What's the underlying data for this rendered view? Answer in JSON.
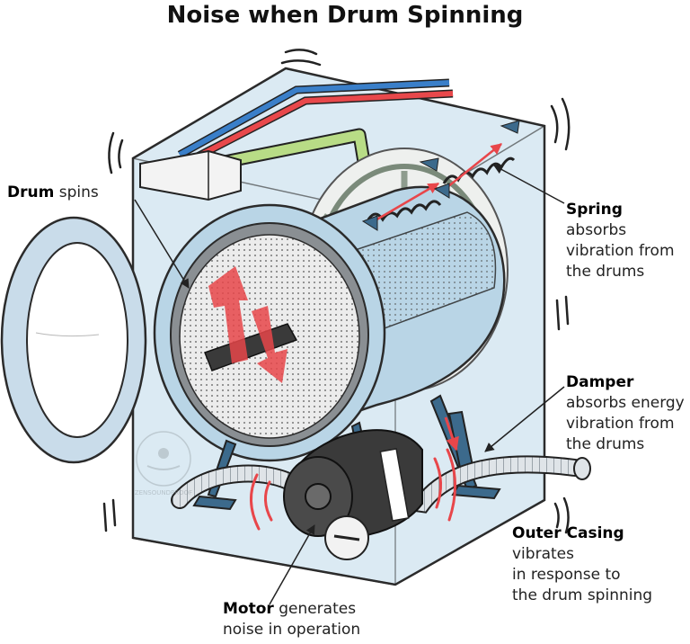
{
  "title": "Noise when Drum Spinning",
  "labels": {
    "drum": {
      "bold": "Drum",
      "text": " spins"
    },
    "spring": {
      "bold": "Spring",
      "lines": [
        "absorbs",
        "vibration from",
        "the drums"
      ]
    },
    "damper": {
      "bold": "Damper",
      "lines": [
        "absorbs energy",
        "vibration from",
        "the drums"
      ]
    },
    "casing": {
      "bold": "Outer Casing",
      "text": " vibrates",
      "lines": [
        "in response to",
        "the drum spinning"
      ]
    },
    "motor": {
      "bold": "Motor",
      "text": " generates",
      "lines": [
        "noise in operation"
      ]
    }
  },
  "watermark": "ZENSOUNDPROOF",
  "colors": {
    "casing": "#cfe3ef",
    "casing_stroke": "#2b2b2b",
    "drum_outer": "#b9d5e6",
    "drum_inner": "#e9e9e9",
    "hose_hot": "#e8484b",
    "hose_cold": "#3a7fc9",
    "hose_green": "#b8dc86",
    "arrow": "#e8464a",
    "damper": "#3c6a8c",
    "motor": "#3a3a3a"
  }
}
